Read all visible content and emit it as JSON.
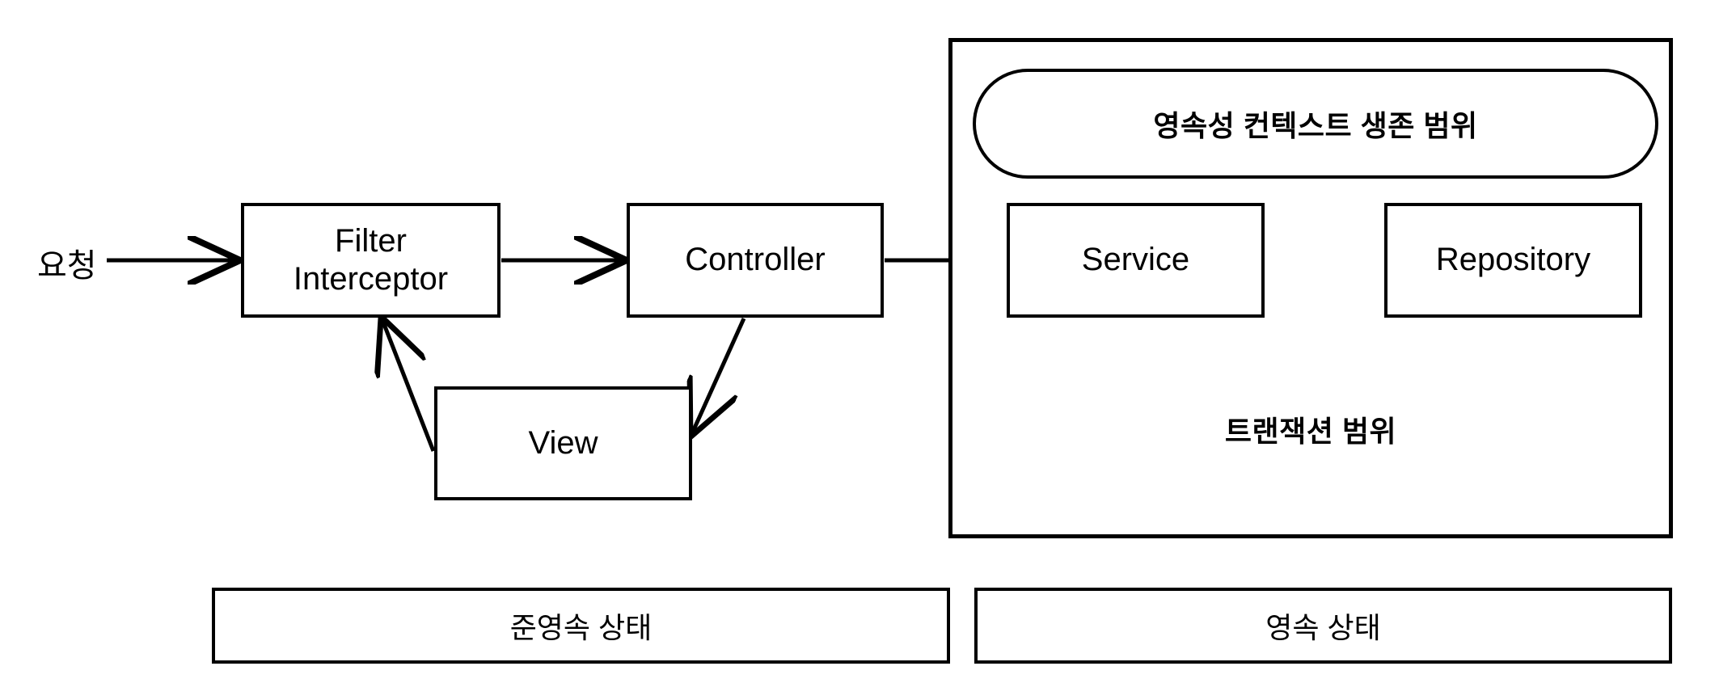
{
  "diagram": {
    "title": "Spring layered architecture persistence context scope diagram",
    "background_color": "#ffffff",
    "stroke_color": "#000000"
  },
  "labels": {
    "request": "요청"
  },
  "nodes": [
    {
      "id": "filter-interceptor",
      "label": "Filter\nInterceptor"
    },
    {
      "id": "controller",
      "label": "Controller"
    },
    {
      "id": "view",
      "label": "View"
    },
    {
      "id": "service",
      "label": "Service"
    },
    {
      "id": "repository",
      "label": "Repository"
    }
  ],
  "node_labels": {
    "filter_interceptor": "Filter\nInterceptor",
    "controller": "Controller",
    "view": "View",
    "service": "Service",
    "repository": "Repository"
  },
  "scopes": {
    "persistence_context_scope": "영속성 컨텍스트 생존 범위",
    "transaction_scope": "트랜잭션 범위"
  },
  "state_bars": [
    {
      "id": "detached",
      "label": "준영속 상태"
    },
    {
      "id": "persistent",
      "label": "영속 상태"
    }
  ],
  "state_bar_labels": {
    "detached": "준영속 상태",
    "persistent": "영속 상태"
  },
  "edges": [
    {
      "from": "request",
      "to": "filter-interceptor",
      "style": "solid-arrow"
    },
    {
      "from": "filter-interceptor",
      "to": "controller",
      "style": "solid-arrow"
    },
    {
      "from": "controller",
      "to": "service",
      "style": "solid-arrow"
    },
    {
      "from": "service",
      "to": "repository",
      "style": "solid-arrow"
    },
    {
      "from": "controller",
      "to": "view",
      "style": "solid-arrow"
    },
    {
      "from": "view",
      "to": "filter-interceptor",
      "style": "solid-arrow"
    }
  ]
}
